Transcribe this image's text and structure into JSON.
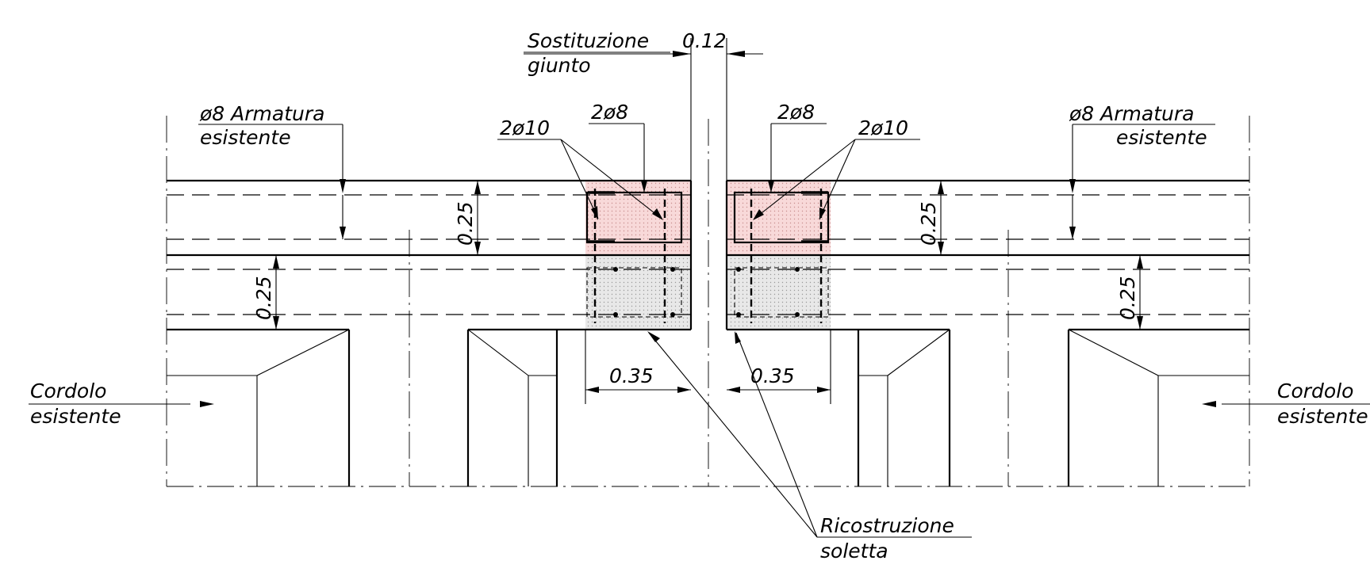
{
  "labels": {
    "joint_title_line1": "Sostituzione",
    "joint_title_line2": "giunto",
    "joint_width": "0.12",
    "left_rebar_line1": "ø8 Armatura",
    "left_rebar_line2": "esistente",
    "right_rebar_line1": "ø8 Armatura",
    "right_rebar_line2": "esistente",
    "left_bars_top": "2ø8",
    "left_bars_side": "2ø10",
    "right_bars_top": "2ø8",
    "right_bars_side": "2ø10",
    "left_dim_top": "0.25",
    "left_dim_bottom": "0.25",
    "right_dim_top": "0.25",
    "right_dim_bottom": "0.25",
    "left_width": "0.35",
    "right_width": "0.35",
    "left_curb_line1": "Cordolo",
    "left_curb_line2": "esistente",
    "right_curb_line1": "Cordolo",
    "right_curb_line2": "esistente",
    "rebuild_line1": "Ricostruzione",
    "rebuild_line2": "soletta"
  },
  "colors": {
    "reinforcement_zone": "#f7d4d4",
    "concrete_zone": "#e4e4e4",
    "line": "#000000"
  }
}
